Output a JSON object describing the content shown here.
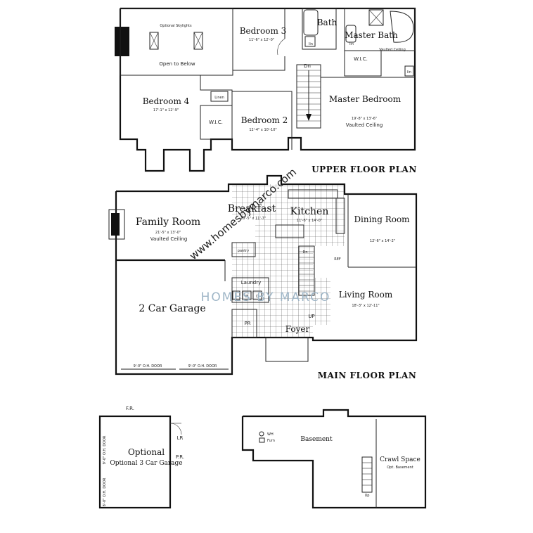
{
  "upper": {
    "title": "UPPER FLOOR PLAN",
    "rooms": {
      "bedroom3": {
        "label": "Bedroom 3",
        "dim": "11'-6\" x 12'-0\""
      },
      "bath": {
        "label": "Bath"
      },
      "master_bath": {
        "label": "Master Bath"
      },
      "vaulted_ceiling_bath": "Vaulted Ceiling",
      "optional_skylights": "Optional Skylights",
      "open_to_below": "Open to Below",
      "bedroom4": {
        "label": "Bedroom 4",
        "dim": "17'-1\" x 12'-9\""
      },
      "linen": "Linen",
      "wic_left": "W.I.C.",
      "bedroom2": {
        "label": "Bedroom 2",
        "dim": "12'-4\" x 10'-10\""
      },
      "wic_master": "W.I.C.",
      "master_bedroom": {
        "label": "Master Bedroom",
        "dim": "19'-8\" x 13'-6\"",
        "note": "Vaulted Ceiling"
      },
      "dn": "Dn",
      "lin1": "lin",
      "lin2": "lin",
      "lin3": "lin"
    }
  },
  "main": {
    "title": "MAIN FLOOR PLAN",
    "rooms": {
      "family_room": {
        "label": "Family Room",
        "dim": "21'-5\" x 13'-0\"",
        "note": "Vaulted Ceiling"
      },
      "breakfast": {
        "label": "Breakfast",
        "dim": "10'-5\" x 11'-7\""
      },
      "kitchen": {
        "label": "Kitchen",
        "dim": "11'-6\" x 14'-0\""
      },
      "dining_room": {
        "label": "Dining Room",
        "dim": "12'-6\" x 14'-2\""
      },
      "pantry": "pantry",
      "laundry": "Laundry",
      "w": "W",
      "d": "D",
      "garage": {
        "label": "2 Car Garage"
      },
      "door1": "9'-0\" O.H. DOOR",
      "door2": "9'-0\" O.H. DOOR",
      "living_room": {
        "label": "Living Room",
        "dim": "18'-3\" x 12'-11\""
      },
      "foyer": "Foyer",
      "pr": "PR",
      "up": "UP",
      "dn": "Dn",
      "ref": "REF"
    }
  },
  "optional_garage": {
    "label": "Optional 3 Car Garage",
    "fr": "F.R.",
    "lr": "LR",
    "pr": "P.R.",
    "side_dim1": "9'-0\" O.H. DOOR",
    "side_dim2": "8'-0\" O.H. DOOR"
  },
  "basement": {
    "label": "Basement",
    "wh": "WH",
    "furn": "Furn",
    "crawl": "Crawl Space",
    "opt_basement": "Opt. Basement",
    "up": "Up"
  },
  "watermark": {
    "url": "www.homesbymarco.com",
    "brand": "HOMES BY MARCO"
  }
}
